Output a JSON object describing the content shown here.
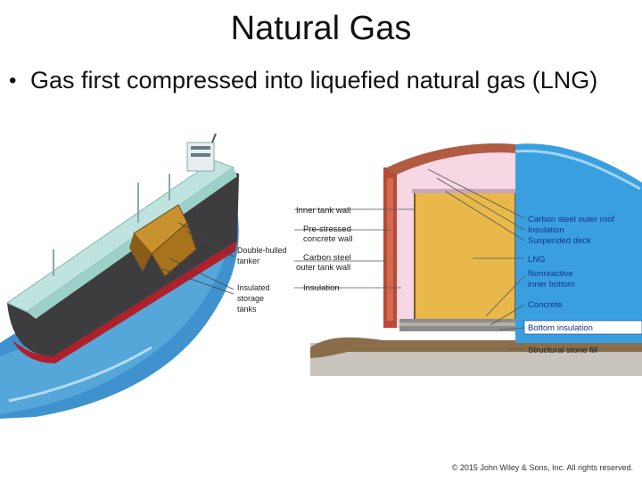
{
  "slide": {
    "title": "Natural Gas",
    "bullet": "Gas first compressed into liquefied natural gas (LNG)",
    "copyright": "© 2015 John Wiley & Sons, Inc. All rights reserved."
  },
  "tanker_figure": {
    "labels": [
      "Double-hulled",
      "tanker",
      "Insulated",
      "storage",
      "tanks"
    ]
  },
  "tank_figure": {
    "left_labels": [
      "Inner tank wall",
      "Pre-stressed",
      "concrete wall",
      "Carbon steel",
      "outer tank wall",
      "Insulation"
    ],
    "right_labels": [
      "Carbon steel outer roof",
      "Insulation",
      "Suspended deck",
      "LNG",
      "Nonreactive",
      "inner bottom",
      "Concrete",
      "Bottom insulation",
      "Structural stone fill"
    ]
  },
  "colors": {
    "hull_dark": "#3d3d3f",
    "hull_red": "#b0202a",
    "deck_teal": "#bfe3df",
    "water_blue": "#2a86c8",
    "tank_tan": "#e8b94a",
    "tank_pink": "#f6d7e4",
    "cutaway_blue": "#3a9fe0",
    "ground_brown": "#8a6d4b"
  }
}
